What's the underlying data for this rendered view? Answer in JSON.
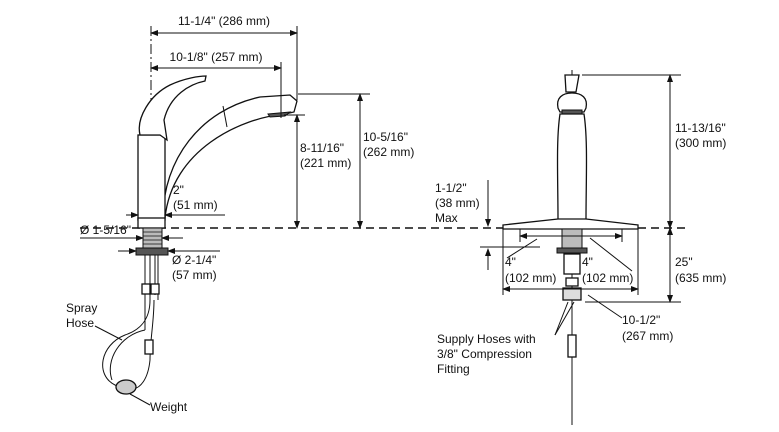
{
  "side_view": {
    "overall_reach": "11-1/4\" (286 mm)",
    "spout_reach": "10-1/8\" (257 mm)",
    "spout_clearance": [
      "8-11/16\"",
      "(221 mm)"
    ],
    "spout_height": [
      "10-5/16\"",
      "(262 mm)"
    ],
    "body_width": [
      "2\"",
      "(51 mm)"
    ],
    "shank_diameter": "Ø 1-5/16\"",
    "base_diameter": [
      "Ø 2-1/4\"",
      "(57 mm)"
    ],
    "spray_hose_label": [
      "Spray",
      "Hose"
    ],
    "weight_label": "Weight"
  },
  "front_view": {
    "overall_height": [
      "11-13/16\"",
      "(300 mm)"
    ],
    "deck_thickness": [
      "1-1/2\"",
      "(38 mm)",
      "Max"
    ],
    "left_spread": [
      "4\"",
      "(102 mm)"
    ],
    "right_spread": [
      "4\"",
      "(102 mm)"
    ],
    "below_deck": [
      "25\"",
      "(635 mm)"
    ],
    "escutcheon_width": [
      "10-1/2\"",
      "(267 mm)"
    ],
    "supply_hoses_label": [
      "Supply Hoses with",
      "3/8\" Compression",
      "Fitting"
    ]
  }
}
